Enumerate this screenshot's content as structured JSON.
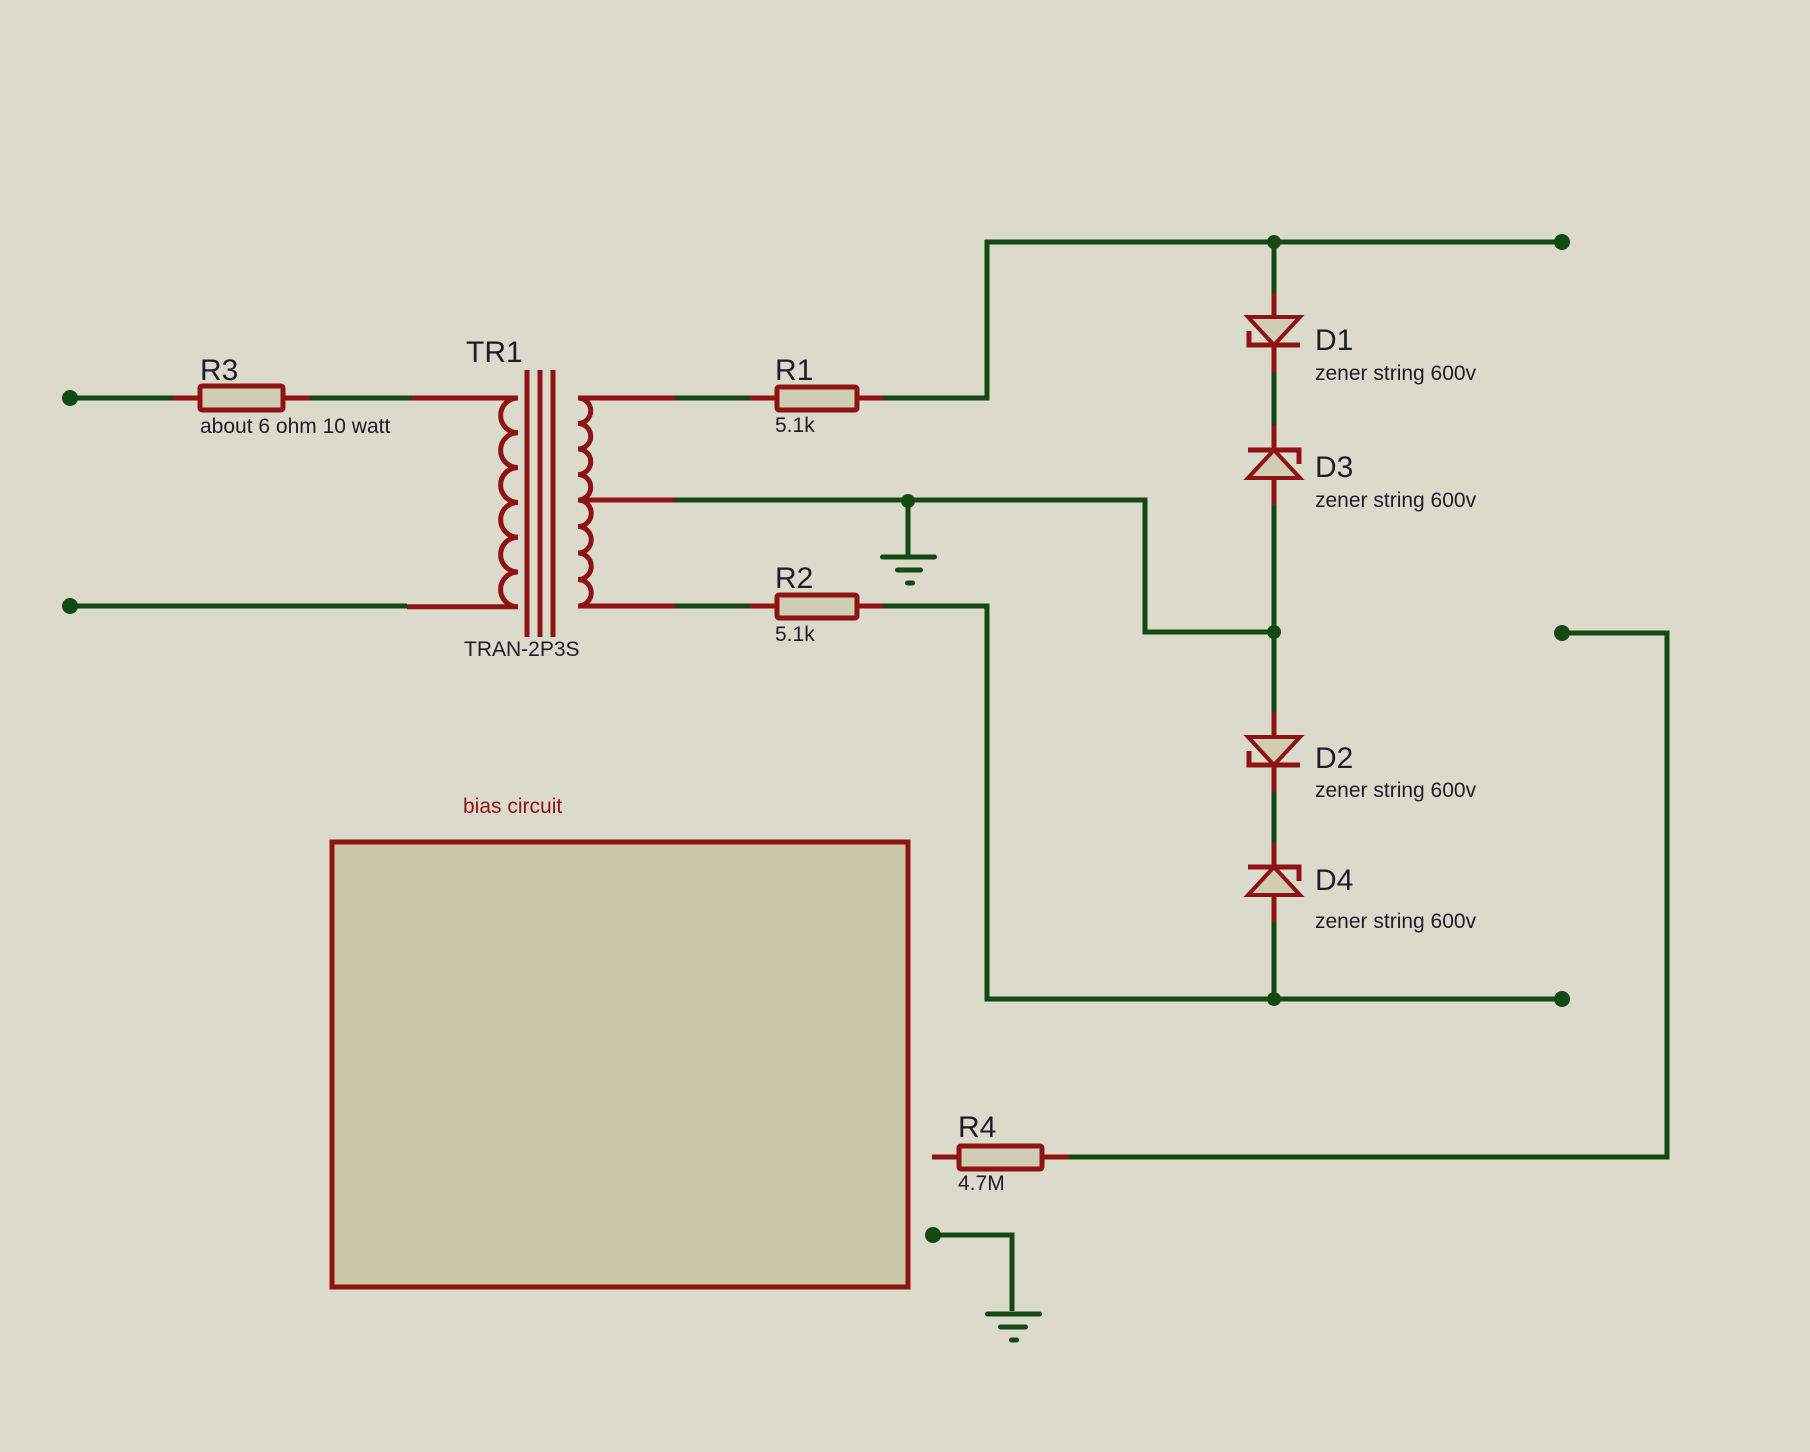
{
  "schematic": {
    "components": {
      "r3": {
        "ref": "R3",
        "value": "about 6 ohm 10 watt"
      },
      "tr1": {
        "ref": "TR1",
        "value": "TRAN-2P3S"
      },
      "r1": {
        "ref": "R1",
        "value": "5.1k"
      },
      "r2": {
        "ref": "R2",
        "value": "5.1k"
      },
      "r4": {
        "ref": "R4",
        "value": "4.7M"
      },
      "d1": {
        "ref": "D1",
        "value": "zener string 600v"
      },
      "d3": {
        "ref": "D3",
        "value": "zener string 600v"
      },
      "d2": {
        "ref": "D2",
        "value": "zener string 600v"
      },
      "d4": {
        "ref": "D4",
        "value": "zener string 600v"
      }
    },
    "annotations": {
      "bias_box_label": "bias circuit"
    },
    "colors": {
      "background": "#dcdaca",
      "box_fill": "#c9c7a5",
      "component_fill": "#d0cdb4",
      "component_outline": "#8e1414",
      "wire": "#134a13",
      "label_text": "#1c1c2c",
      "annotation_text": "#8e1414"
    }
  }
}
